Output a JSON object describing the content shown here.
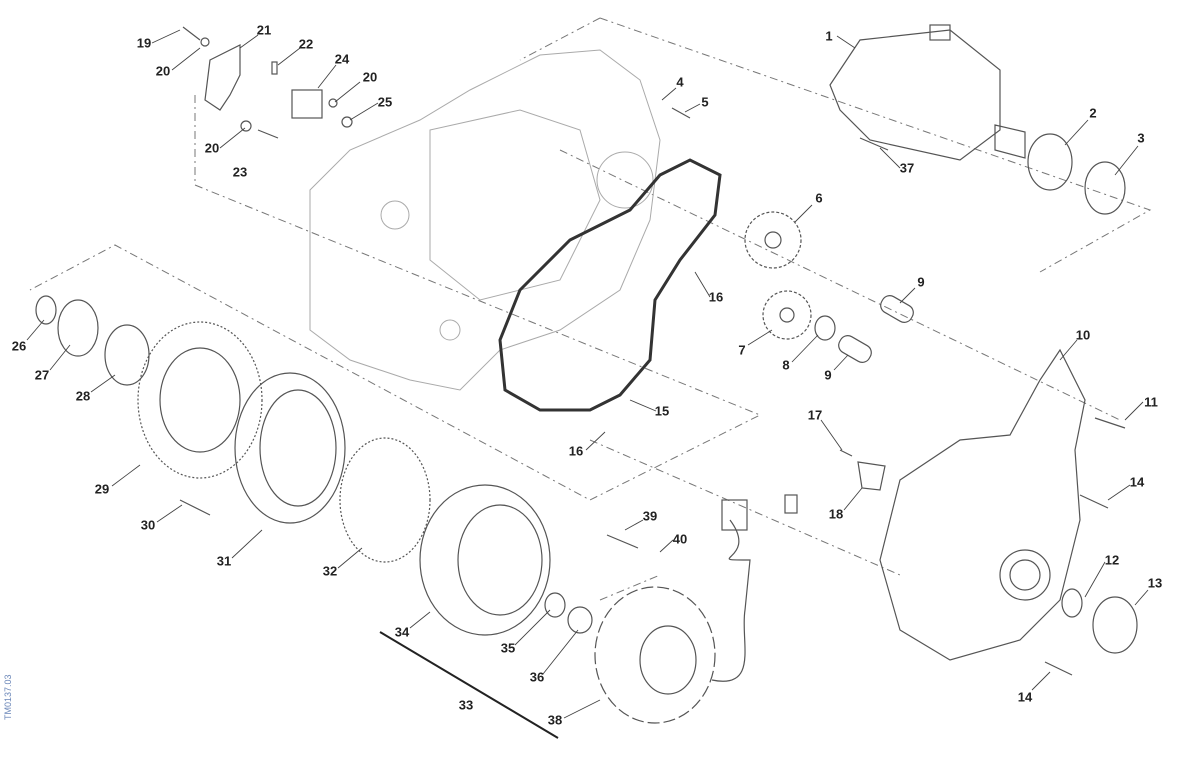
{
  "diagram_title": "",
  "drawing_code": "TM0137.03",
  "labels": [
    "1",
    "2",
    "3",
    "4",
    "5",
    "6",
    "7",
    "8",
    "9",
    "9",
    "10",
    "11",
    "12",
    "13",
    "14",
    "14",
    "15",
    "16",
    "16",
    "17",
    "18",
    "19",
    "20",
    "20",
    "20",
    "21",
    "22",
    "23",
    "24",
    "25",
    "26",
    "27",
    "28",
    "29",
    "30",
    "31",
    "32",
    "33",
    "34",
    "35",
    "36",
    "37",
    "38",
    "39",
    "40"
  ]
}
